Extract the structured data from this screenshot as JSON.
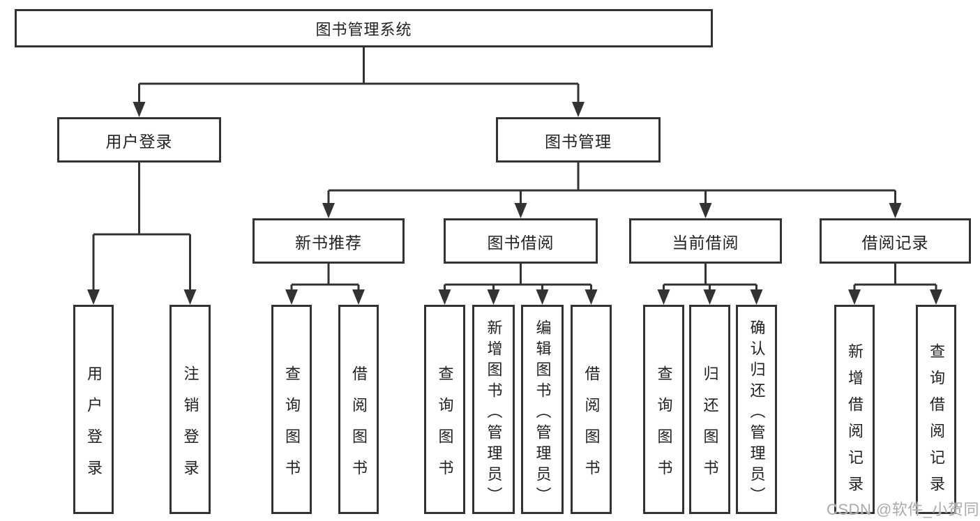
{
  "diagram": {
    "root": {
      "label": "图书管理系统"
    },
    "level2": [
      {
        "label": "用户登录"
      },
      {
        "label": "图书管理"
      }
    ],
    "level3": [
      {
        "label": "新书推荐",
        "parent": "图书管理"
      },
      {
        "label": "图书借阅",
        "parent": "图书管理"
      },
      {
        "label": "当前借阅",
        "parent": "图书管理"
      },
      {
        "label": "借阅记录",
        "parent": "图书管理"
      }
    ],
    "leaves": [
      {
        "label": "用户登录",
        "parent": "用户登录"
      },
      {
        "label": "注销登录",
        "parent": "用户登录"
      },
      {
        "label": "查询图书",
        "parent": "新书推荐"
      },
      {
        "label": "借阅图书",
        "parent": "新书推荐"
      },
      {
        "label": "查询图书",
        "parent": "图书借阅"
      },
      {
        "label": "新增图书（管理员）",
        "parent": "图书借阅"
      },
      {
        "label": "编辑图书（管理员）",
        "parent": "图书借阅"
      },
      {
        "label": "借阅图书",
        "parent": "图书借阅"
      },
      {
        "label": "查询图书",
        "parent": "当前借阅"
      },
      {
        "label": "归还图书",
        "parent": "当前借阅"
      },
      {
        "label": "确认归还（管理员）",
        "parent": "当前借阅"
      },
      {
        "label": "新增借阅记录",
        "parent": "借阅记录"
      },
      {
        "label": "查询借阅记录",
        "parent": "借阅记录"
      }
    ],
    "watermark": "CSDN @软件_小贺同学",
    "colors": {
      "line": "#333333",
      "border": "#333333",
      "text": "#222222",
      "background": "#ffffff",
      "watermark": "#ababab"
    }
  }
}
